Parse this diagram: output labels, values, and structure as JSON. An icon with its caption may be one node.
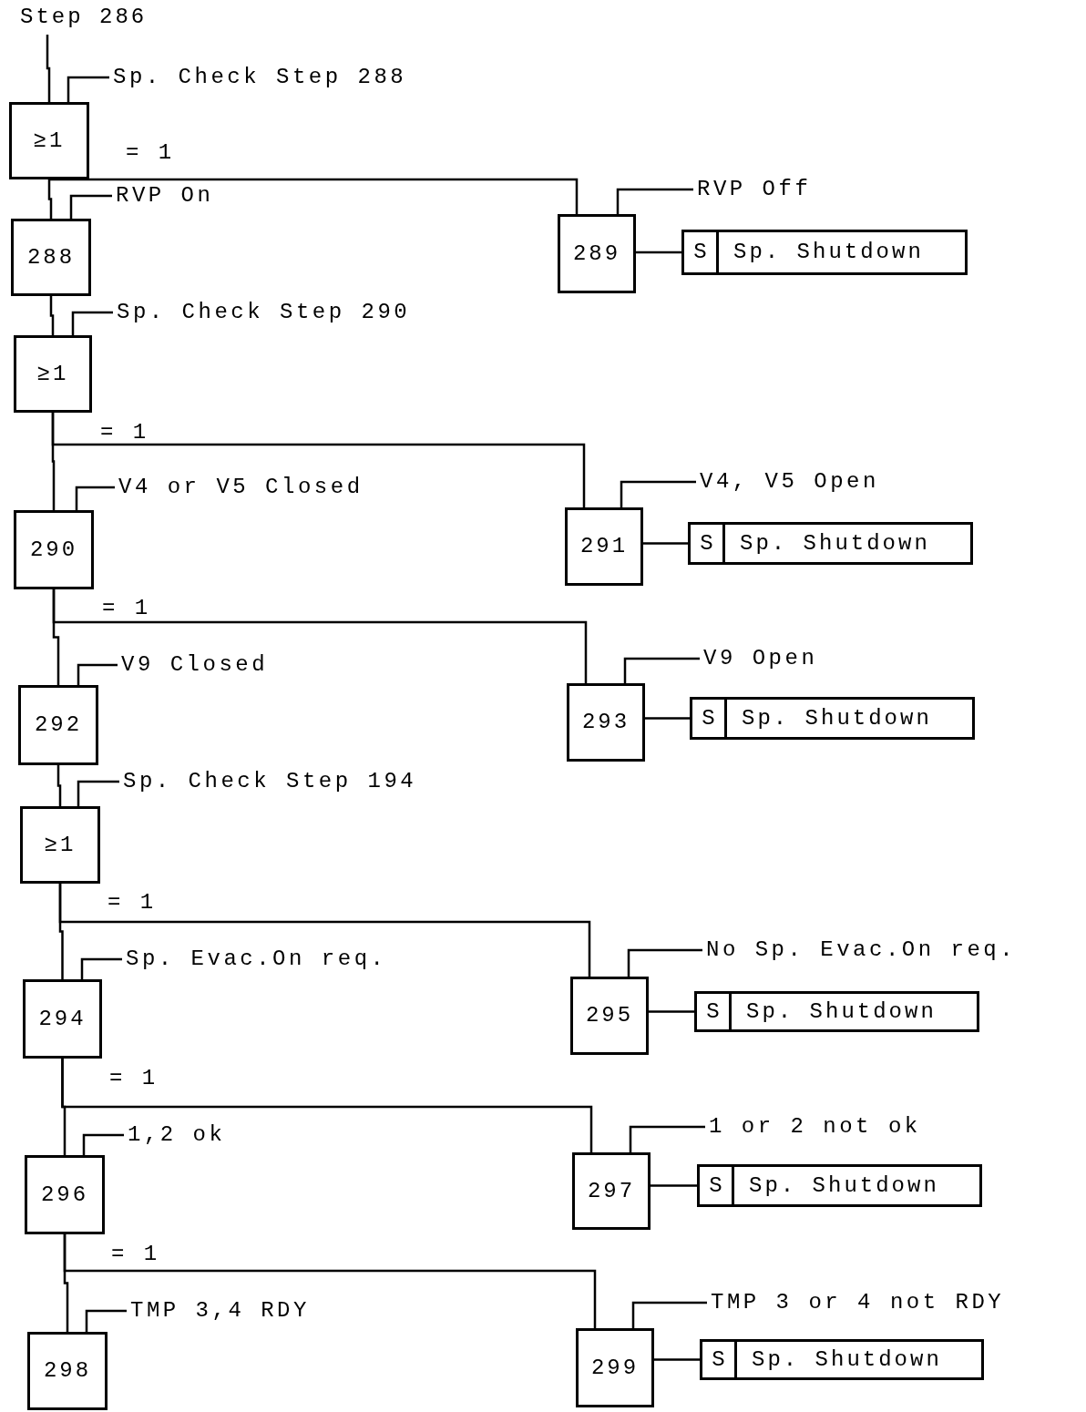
{
  "diagram": {
    "nodes": [
      {
        "text": [
          "Step 286"
        ]
      },
      {
        "text": [
          "≥1"
        ]
      },
      {
        "text": [
          "288"
        ]
      },
      {
        "text": [
          "289"
        ]
      },
      {
        "text": [
          "S",
          "Sp. Shutdown"
        ]
      },
      {
        "text": [
          "≥1"
        ]
      },
      {
        "text": [
          "290"
        ]
      },
      {
        "text": [
          "291"
        ]
      },
      {
        "text": [
          "S",
          "Sp. Shutdown"
        ]
      },
      {
        "text": [
          "292"
        ]
      },
      {
        "text": [
          "293"
        ]
      },
      {
        "text": [
          "S",
          "Sp. Shutdown"
        ]
      },
      {
        "text": [
          "≥1"
        ]
      },
      {
        "text": [
          "294"
        ]
      },
      {
        "text": [
          "295"
        ]
      },
      {
        "text": [
          "S",
          "Sp. Shutdown"
        ]
      },
      {
        "text": [
          "296"
        ]
      },
      {
        "text": [
          "297"
        ]
      },
      {
        "text": [
          "S",
          "Sp. Shutdown"
        ]
      },
      {
        "text": [
          "298"
        ]
      },
      {
        "text": [
          "299"
        ]
      },
      {
        "text": [
          "S",
          "Sp. Shutdown"
        ]
      },
      {
        "text": [
          "Sp. Check Step 288"
        ]
      },
      {
        "text": [
          "RVP On"
        ]
      },
      {
        "text": [
          "RVP Off"
        ]
      },
      {
        "text": [
          "Sp. Check Step 290"
        ]
      },
      {
        "text": [
          "V4 or V5 Closed"
        ]
      },
      {
        "text": [
          "V4, V5 Open"
        ]
      },
      {
        "text": [
          "V9 Closed"
        ]
      },
      {
        "text": [
          "V9 Open"
        ]
      },
      {
        "text": [
          "Sp. Check Step 194"
        ]
      },
      {
        "text": [
          "Sp. Evac.On req."
        ]
      },
      {
        "text": [
          "No Sp. Evac.On req."
        ]
      },
      {
        "text": [
          "1,2 ok"
        ]
      },
      {
        "text": [
          "1 or 2 not ok"
        ]
      },
      {
        "text": [
          "TMP 3,4 RDY"
        ]
      },
      {
        "text": [
          "TMP 3 or 4 not RDY"
        ]
      }
    ],
    "edges": [
      {
        "from": 0,
        "to": 1,
        "arrow": "none"
      },
      {
        "from": 1,
        "to": 2,
        "arrow": "none"
      },
      {
        "from": 1,
        "to": 3,
        "arrow": "none"
      },
      {
        "from": 3,
        "to": 4,
        "arrow": "none"
      },
      {
        "from": 2,
        "to": 5,
        "arrow": "none"
      },
      {
        "from": 5,
        "to": 6,
        "arrow": "none"
      },
      {
        "from": 5,
        "to": 7,
        "arrow": "none"
      },
      {
        "from": 7,
        "to": 8,
        "arrow": "none"
      },
      {
        "from": 6,
        "to": 9,
        "arrow": "none"
      },
      {
        "from": 6,
        "to": 10,
        "arrow": "none"
      },
      {
        "from": 10,
        "to": 11,
        "arrow": "none"
      },
      {
        "from": 9,
        "to": 12,
        "arrow": "none"
      },
      {
        "from": 12,
        "to": 13,
        "arrow": "none"
      },
      {
        "from": 12,
        "to": 14,
        "arrow": "none"
      },
      {
        "from": 14,
        "to": 15,
        "arrow": "none"
      },
      {
        "from": 13,
        "to": 16,
        "arrow": "none"
      },
      {
        "from": 13,
        "to": 17,
        "arrow": "none"
      },
      {
        "from": 17,
        "to": 18,
        "arrow": "none"
      },
      {
        "from": 16,
        "to": 19,
        "arrow": "none"
      },
      {
        "from": 16,
        "to": 20,
        "arrow": "none"
      },
      {
        "from": 20,
        "to": 21,
        "arrow": "none"
      },
      {
        "from": 22,
        "to": 1,
        "arrow": "none"
      },
      {
        "from": 23,
        "to": 2,
        "arrow": "none"
      },
      {
        "from": 24,
        "to": 3,
        "arrow": "none"
      },
      {
        "from": 25,
        "to": 5,
        "arrow": "none"
      },
      {
        "from": 26,
        "to": 6,
        "arrow": "none"
      },
      {
        "from": 27,
        "to": 7,
        "arrow": "none"
      },
      {
        "from": 28,
        "to": 9,
        "arrow": "none"
      },
      {
        "from": 29,
        "to": 10,
        "arrow": "none"
      },
      {
        "from": 30,
        "to": 12,
        "arrow": "none"
      },
      {
        "from": 31,
        "to": 13,
        "arrow": "none"
      },
      {
        "from": 32,
        "to": 14,
        "arrow": "none"
      },
      {
        "from": 33,
        "to": 16,
        "arrow": "none"
      },
      {
        "from": 34,
        "to": 17,
        "arrow": "none"
      },
      {
        "from": 35,
        "to": 19,
        "arrow": "none"
      },
      {
        "from": 36,
        "to": 20,
        "arrow": "none"
      }
    ],
    "labels": [
      "= 1",
      "= 1",
      "= 1",
      "= 1",
      "= 1",
      "= 1"
    ]
  }
}
